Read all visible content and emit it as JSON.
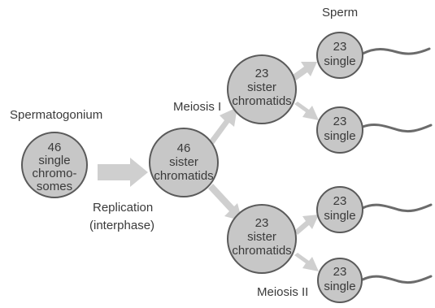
{
  "labels": {
    "spermatogonium": "Spermatogonium",
    "replication_line1": "Replication",
    "replication_line2": "(interphase)",
    "meiosis1": "Meiosis I",
    "meiosis2": "Meiosis II",
    "sperm": "Sperm"
  },
  "cells": {
    "spermatogonium": [
      "46",
      "single",
      "chromo-",
      "somes"
    ],
    "after_replication": [
      "46",
      "sister",
      "chromatids"
    ],
    "secondary_top": [
      "23",
      "sister",
      "chromatids"
    ],
    "secondary_bottom": [
      "23",
      "sister",
      "chromatids"
    ],
    "sperm_1": [
      "23",
      "single"
    ],
    "sperm_2": [
      "23",
      "single"
    ],
    "sperm_3": [
      "23",
      "single"
    ],
    "sperm_4": [
      "23",
      "single"
    ]
  },
  "colors": {
    "cell_fill": "#c7c7c7",
    "cell_stroke": "#5a5a5a",
    "arrow": "#cfcfcf",
    "text": "#3a3a3a"
  }
}
